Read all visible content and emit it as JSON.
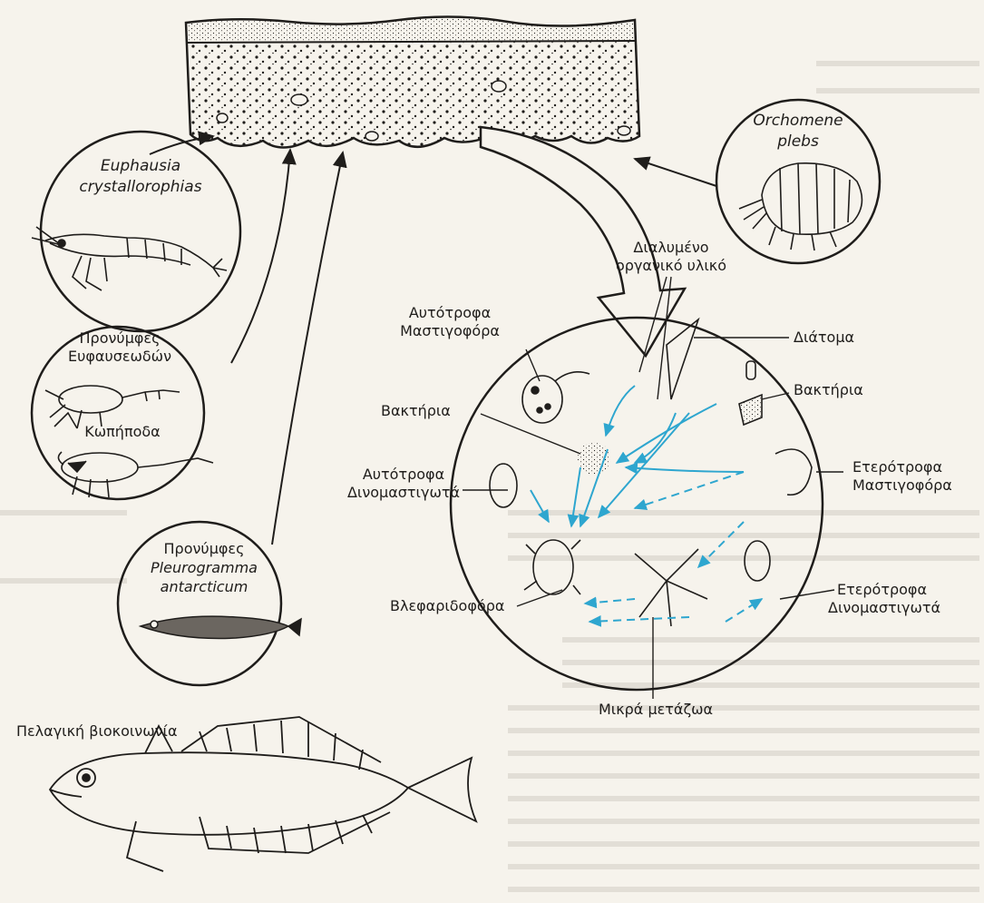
{
  "colors": {
    "ink": "#1f1d1b",
    "background": "#f6f3ec",
    "arrow_blue": "#2ea6cf"
  },
  "labels": {
    "euphausia": "Euphausia",
    "crystallorophias": "crystallorophias",
    "orchomene": "Orchomene",
    "plebs": "plebs",
    "pronymfes_efaf_1": "Προνύμφες",
    "pronymfes_efaf_2": "Ευφαυσεωδών",
    "kopipoda": "Κωπήποδα",
    "pronymfes_pl": "Προνύμφες",
    "pleurogramma": "Pleurogramma",
    "antarcticum": "antarcticum",
    "pelagiki": "Πελαγική βιοκοινωνία",
    "dialymeno_1": "Διαλυμένο",
    "dialymeno_2": "οργανικό υλικό",
    "autotrofa_mast_1": "Αυτότροφα",
    "autotrofa_mast_2": "Μαστιγοφόρα",
    "diatoma": "Διάτομα",
    "vaktiria_left": "Βακτήρια",
    "vaktiria_right": "Βακτήρια",
    "autotrofa_dino_1": "Αυτότροφα",
    "autotrofa_dino_2": "Δινομαστιγωτά",
    "heterotrofa_mast_1": "Ετερότροφα",
    "heterotrofa_mast_2": "Μαστιγοφόρα",
    "heterotrofa_dino_1": "Ετερότροφα",
    "heterotrofa_dino_2": "Δινομαστιγωτά",
    "vlefaridofora": "Βλεφαριδοφόρα",
    "mikra_metazoa": "Μικρά μετάζωα"
  }
}
